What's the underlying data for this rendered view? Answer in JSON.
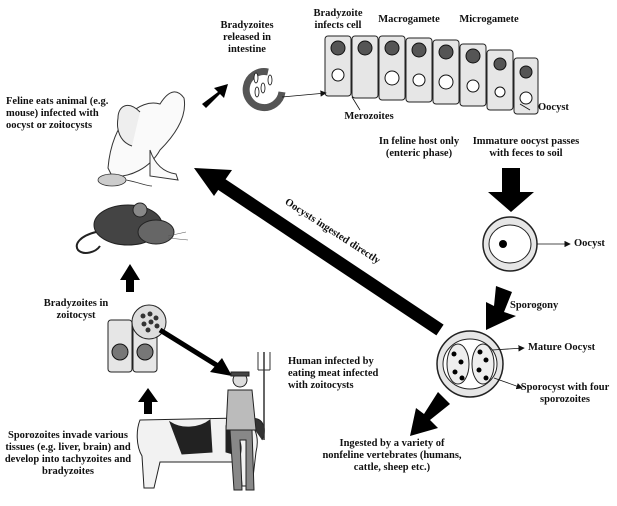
{
  "labels": {
    "bradyzoites_released": "Bradyzoites released in intestine",
    "bradyzoite_infects_cell": "Bradyzoite infects cell",
    "macrogamete": "Macrogamete",
    "microgamete": "Microgamete",
    "merozoites": "Merozoites",
    "oocyst_top": "Oocyst",
    "feline_eats": "Feline eats animal (e.g. mouse) infected with oocyst or zoitocysts",
    "feline_host_only": "In feline host only (enteric phase)",
    "immature_oocyst": "Immature oocyst passes with feces to soil",
    "oocysts_ingested": "Oocysts ingested directly",
    "oocyst_mid": "Oocyst",
    "sporogony": "Sporogony",
    "bradyzoites_zoitocyst": "Bradyzoites in zoitocyst",
    "mature_oocyst": "Mature Oocyst",
    "sporocyst": "Sporocyst with four sporozoites",
    "human_infected": "Human infected by eating meat infected with zoitocysts",
    "ingested_variety": "Ingested by a variety of nonfeline vertebrates (humans, cattle, sheep etc.)",
    "sporozoites_invade": "Sporozoites invade various tissues (e.g. liver, brain) and develop into tachyzoites and bradyzoites"
  },
  "colors": {
    "ink": "#111111",
    "cell_fill": "#e6e6e6",
    "nucleus": "#7a7a7a"
  }
}
